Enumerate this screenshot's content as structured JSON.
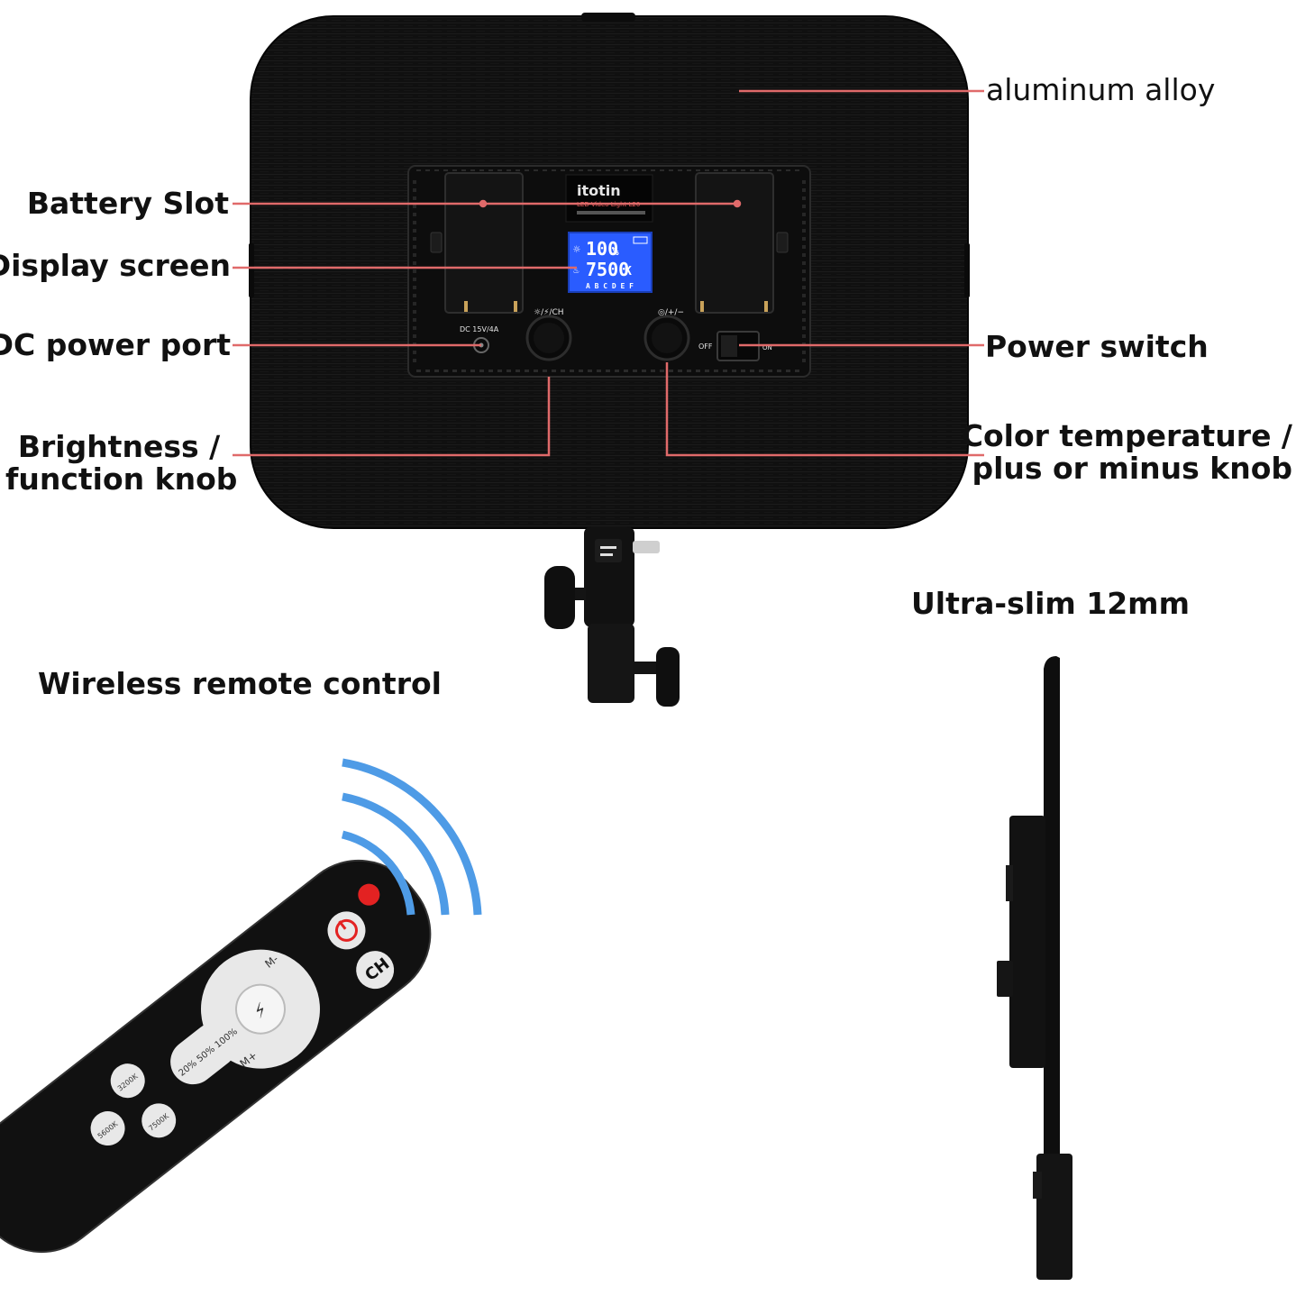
{
  "labels": {
    "aluminum_alloy": "aluminum alloy",
    "battery_slot": "Battery Slot",
    "display_screen": "Display screen",
    "dc_power_port": "DC power port",
    "power_switch": "Power switch",
    "brightness_knob": [
      "Brightness /",
      "function knob"
    ],
    "color_temp_knob": [
      "Color temperature /",
      "plus or minus knob"
    ],
    "ultra_slim": "Ultra-slim 12mm",
    "wireless_remote": "Wireless remote control"
  },
  "panel": {
    "brand": "itotin",
    "model": "LED Video Light L20",
    "dc_label": "DC 15V/4A",
    "knob_left_label": "☼/⚡/CH",
    "knob_right_label": "◎/+/−",
    "off_label": "OFF",
    "on_label": "ON",
    "lcd_brightness": "100",
    "lcd_brightness_unit": "%",
    "lcd_temperature": "7500",
    "lcd_temperature_unit": "K",
    "lcd_channels": "A B C D E F"
  },
  "remote": {
    "ch_label": "CH",
    "m_minus": "M-",
    "m_plus": "M+",
    "presets_brightness": [
      "20%",
      "50%",
      "100%"
    ],
    "preset_temp_left_top": "3200K",
    "preset_temp_left_bottom": "5600K",
    "preset_temp_right": "7500K"
  },
  "colors": {
    "leader_line": "#e06a6a",
    "panel": "#0e0e0e",
    "lcd_blue": "#2a5cff",
    "signal_wave": "#4e9be6",
    "remote_power_red": "#e32222"
  }
}
